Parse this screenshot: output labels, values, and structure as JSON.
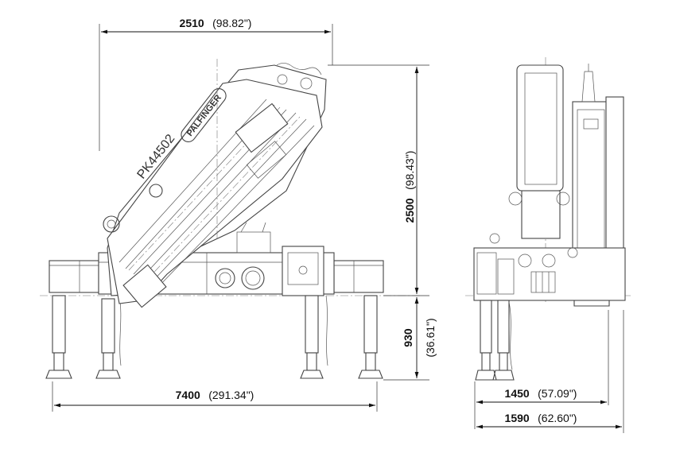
{
  "dimensions": {
    "top_width": {
      "mm": "2510",
      "inch": "(98.82\")"
    },
    "height": {
      "mm": "2500",
      "inch": "(98.43\")"
    },
    "leg_height": {
      "mm": "930",
      "inch": "(36.61\")"
    },
    "outrigger_span": {
      "mm": "7400",
      "inch": "(291.34\")"
    },
    "width_inner": {
      "mm": "1450",
      "inch": "(57.09\")"
    },
    "width_outer": {
      "mm": "1590",
      "inch": "(62.60\")"
    }
  },
  "crane": {
    "brand": "PALFINGER",
    "model": "PK44502"
  }
}
